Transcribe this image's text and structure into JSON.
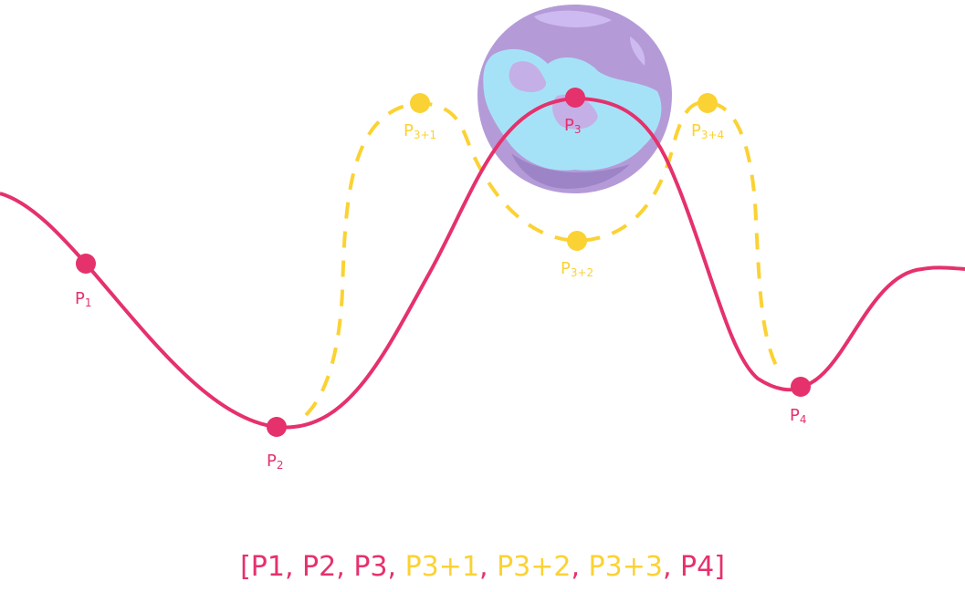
{
  "colors": {
    "main": "#e5316c",
    "alt": "#fbd233",
    "globe_land": "#b49bd8",
    "globe_water": "#a6e2f7"
  },
  "points": {
    "p1": {
      "base": "P",
      "sub": "1"
    },
    "p2": {
      "base": "P",
      "sub": "2"
    },
    "p3": {
      "base": "P",
      "sub": "3"
    },
    "p4": {
      "base": "P",
      "sub": "4"
    },
    "p31": {
      "base": "P",
      "sub": "3+1"
    },
    "p32": {
      "base": "P",
      "sub": "3+2"
    },
    "p34": {
      "base": "P",
      "sub": "3+4"
    }
  },
  "caption": {
    "open": "[",
    "main_items": [
      "P1",
      "P2",
      "P3"
    ],
    "alt_items": [
      "P3+1",
      "P3+2",
      "P3+3"
    ],
    "last": "P4",
    "sep": ", ",
    "close": "]"
  }
}
